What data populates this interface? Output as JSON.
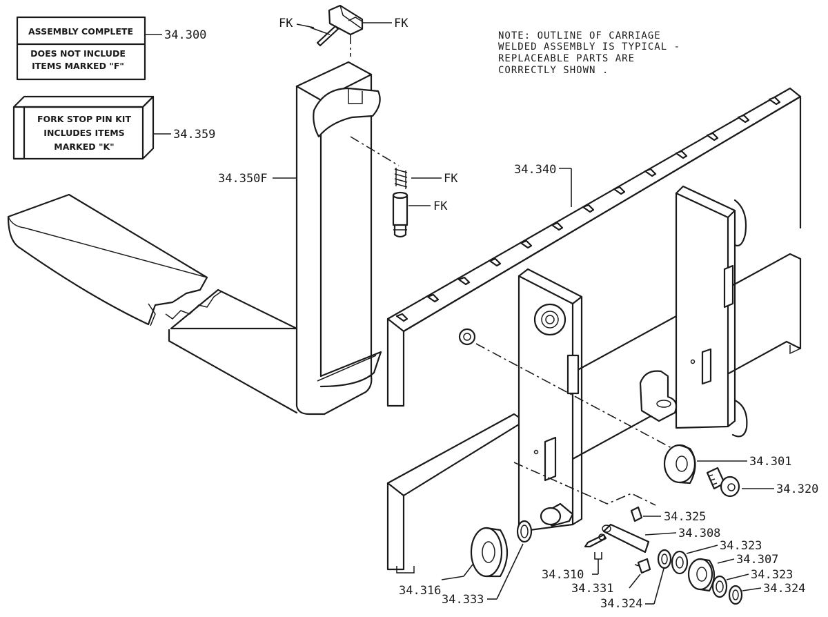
{
  "boxes": {
    "assembly": {
      "line1": "ASSEMBLY COMPLETE",
      "line2": "DOES NOT INCLUDE",
      "line3": "ITEMS MARKED \"F\"",
      "part": "34.300"
    },
    "kit": {
      "line1": "FORK STOP PIN KIT",
      "line2": "INCLUDES ITEMS",
      "line3": "MARKED \"K\"",
      "part": "34.359"
    }
  },
  "note": {
    "line1": "NOTE: OUTLINE OF CARRIAGE",
    "line2": "WELDED ASSEMBLY IS TYPICAL -",
    "line3": "REPLACEABLE PARTS ARE",
    "line4": "CORRECTLY SHOWN ."
  },
  "labels": {
    "fk_pin": "FK",
    "fk_latch": "FK",
    "fk_spring": "FK",
    "fk_plunger": "FK",
    "fork": "34.350F",
    "carriage": "34.340",
    "p301": "34.301",
    "p320": "34.320",
    "p325": "34.325",
    "p308": "34.308",
    "p323a": "34.323",
    "p307": "34.307",
    "p323b": "34.323",
    "p324b": "34.324",
    "p310": "34.310",
    "p331": "34.331",
    "p324a": "34.324",
    "p316": "34.316",
    "p333": "34.333"
  }
}
